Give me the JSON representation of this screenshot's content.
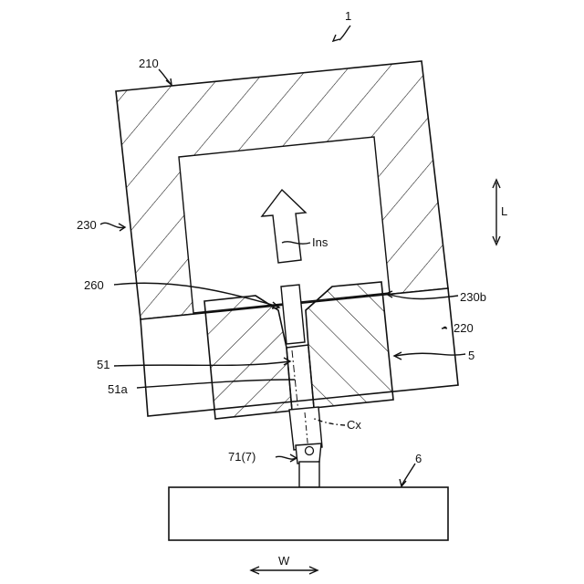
{
  "labels": {
    "device": "1",
    "outer_block": "210",
    "side_wall": "230",
    "clamp_lower": "220",
    "surface": "230b",
    "pin_260": "260",
    "component": "5",
    "hole": "51",
    "hole_axis": "51a",
    "center_axis": "Cx",
    "holder": "71(7)",
    "stage": "6",
    "insert_dir": "Ins",
    "direction_l": "L",
    "direction_w": "W"
  }
}
